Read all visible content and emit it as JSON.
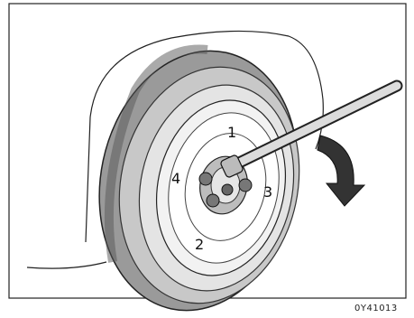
{
  "figure": {
    "nut_labels": [
      "1",
      "2",
      "3",
      "4"
    ],
    "figure_code": "0Y41013"
  }
}
